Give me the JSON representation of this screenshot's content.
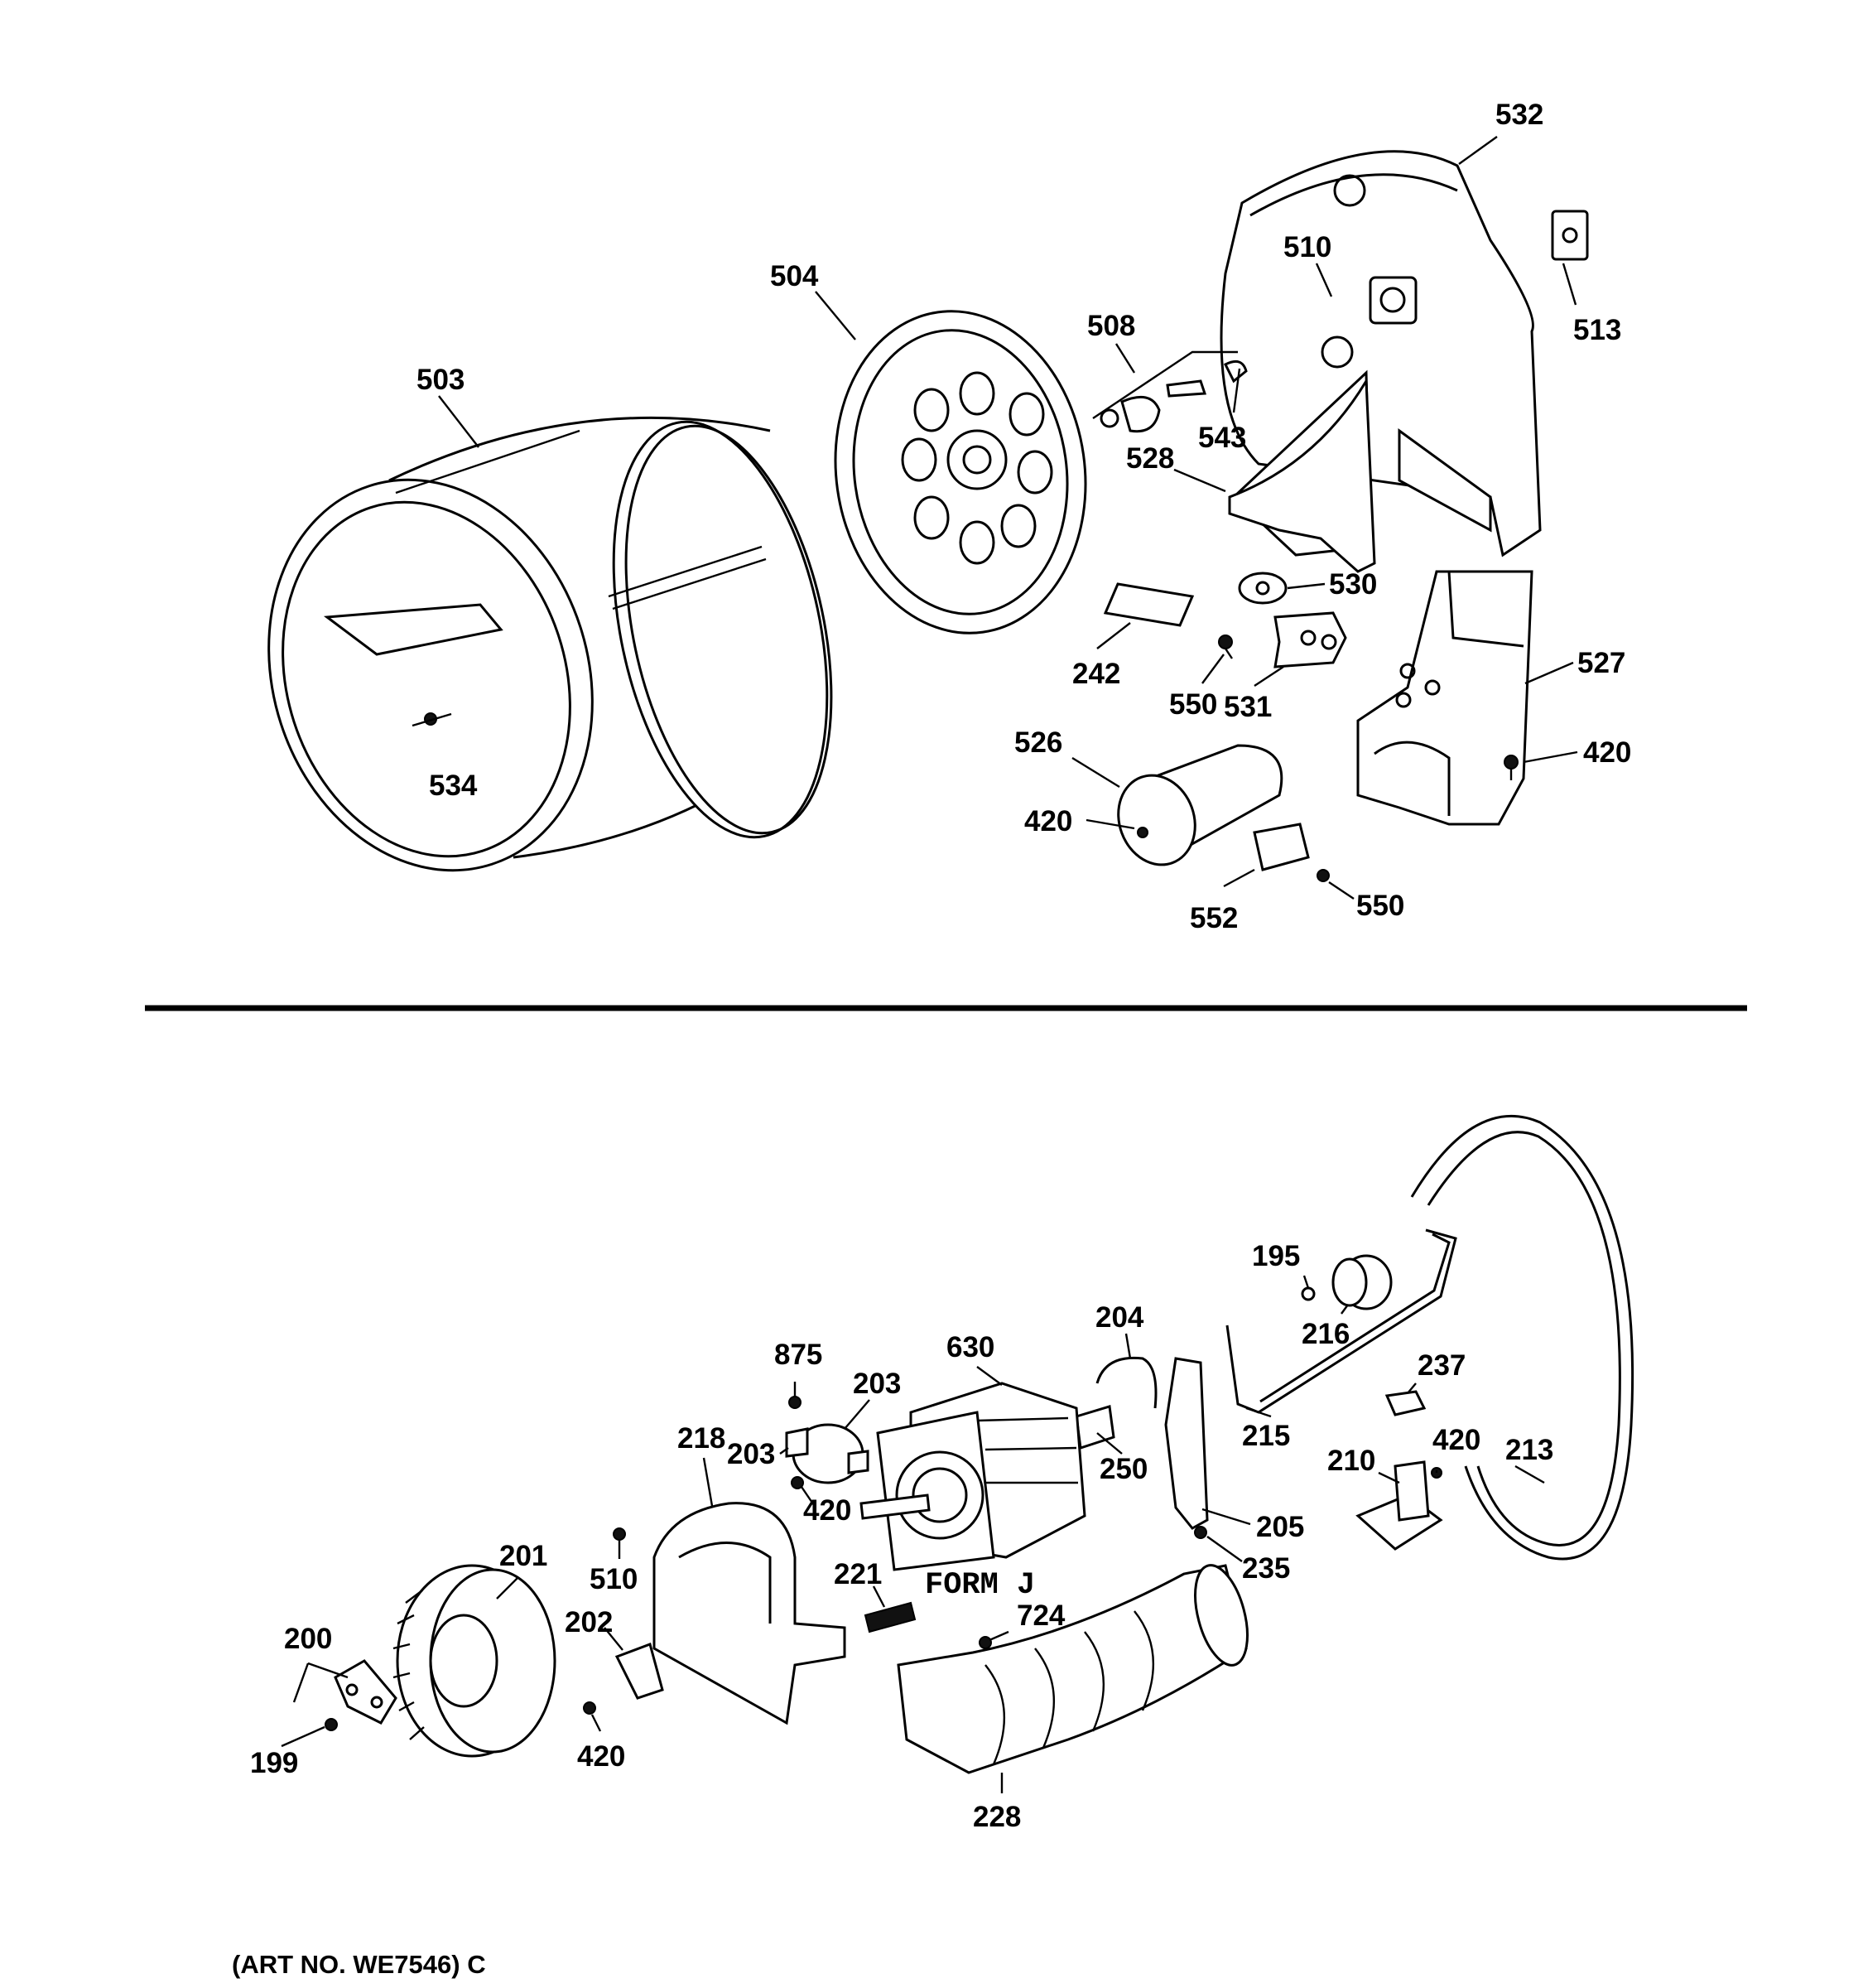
{
  "diagram": {
    "callouts": {
      "p503": "503",
      "p504": "504",
      "p508": "508",
      "p532": "532",
      "p510a": "510",
      "p513": "513",
      "p543": "543",
      "p528": "528",
      "p530": "530",
      "p527": "527",
      "p242": "242",
      "p550a": "550",
      "p531": "531",
      "p526": "526",
      "p420a": "420",
      "p420b": "420",
      "p552": "552",
      "p550b": "550",
      "p534": "534",
      "p195": "195",
      "p216": "216",
      "p204": "204",
      "p630": "630",
      "p875": "875",
      "p203a": "203",
      "p203b": "203",
      "p218": "218",
      "p420c": "420",
      "p250": "250",
      "p237": "237",
      "p215": "215",
      "p420d": "420",
      "p210": "210",
      "p213": "213",
      "p205": "205",
      "p235": "235",
      "p201": "201",
      "p510b": "510",
      "p221": "221",
      "p200": "200",
      "p202": "202",
      "p724": "724",
      "p199": "199",
      "p420e": "420",
      "p228": "228"
    },
    "form_label": "FORM J",
    "art_number": "(ART NO. WE7546) C"
  }
}
